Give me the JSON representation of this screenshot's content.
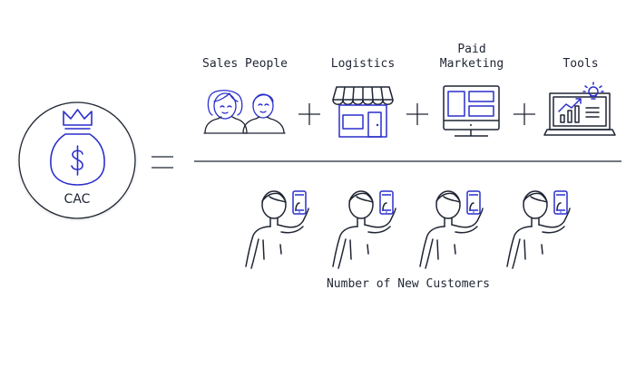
{
  "formula": {
    "result_label": "CAC",
    "numerator_items": [
      {
        "label": "Sales People",
        "icon": "sales-people-icon"
      },
      {
        "label": "Logistics",
        "icon": "storefront-icon"
      },
      {
        "label": "Paid\nMarketing",
        "icon": "monitor-ads-icon"
      },
      {
        "label": "Tools",
        "icon": "laptop-analytics-icon"
      }
    ],
    "denominator_label": "Number of New Customers",
    "denominator_icon": "customer-with-phone-icon",
    "operators": {
      "equals": "=",
      "plus": "+"
    }
  },
  "colors": {
    "ink": "#1f2533",
    "accent": "#2a2fcc",
    "background": "#ffffff"
  }
}
